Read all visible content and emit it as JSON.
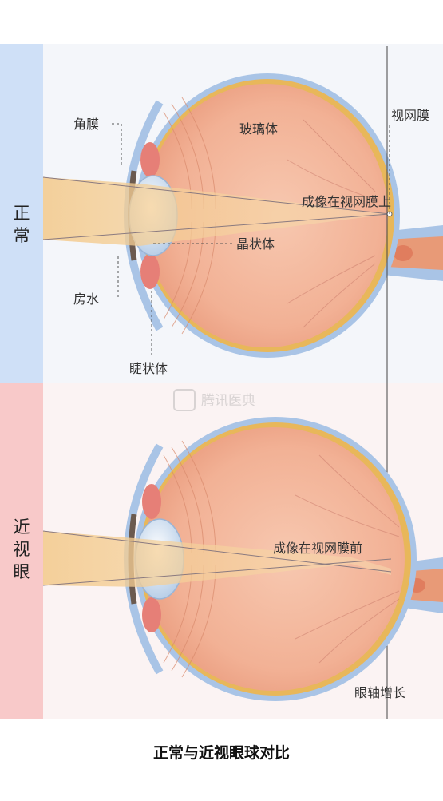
{
  "labels": {
    "normal_side": "正\n常",
    "myopia_side": "近\n视\n眼",
    "cornea": "角膜",
    "vitreous": "玻璃体",
    "retina": "视网膜",
    "image_on_retina": "成像在视网膜上",
    "lens": "晶状体",
    "aqueous": "房水",
    "ciliary": "睫状体",
    "image_before_retina": "成像在视网膜前",
    "axis_longer": "眼轴增长",
    "watermark": "腾讯医典",
    "caption": "正常与近视眼球对比"
  },
  "colors": {
    "normal_strip": "#cfe0f7",
    "myopia_strip": "#f8c9c9",
    "sclera_outer": "#a9c4e6",
    "eye_body": "#f2b59b",
    "retina_line": "#e8b75a",
    "light_beam": "#f3c98a"
  }
}
